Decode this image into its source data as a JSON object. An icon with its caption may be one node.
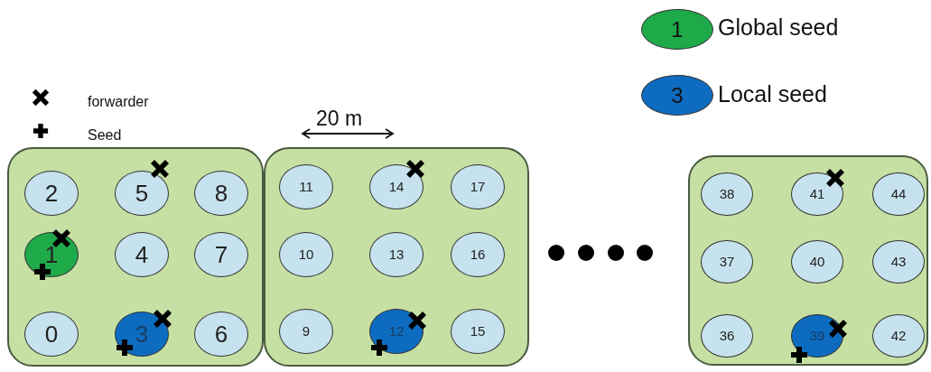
{
  "diagram": {
    "nodes": [
      {
        "text": [],
        "shape": "box"
      },
      {
        "text": [
          "2"
        ],
        "in": 0
      },
      {
        "text": [
          "5"
        ],
        "in": 0
      },
      {
        "text": [
          "8"
        ],
        "in": 0
      },
      {
        "text": [
          "1"
        ],
        "in": 0
      },
      {
        "text": [
          "4"
        ],
        "in": 0
      },
      {
        "text": [
          "7"
        ],
        "in": 0
      },
      {
        "text": [
          "0"
        ],
        "in": 0
      },
      {
        "text": [
          "3"
        ],
        "in": 0
      },
      {
        "text": [
          "6"
        ],
        "in": 0
      },
      {
        "text": [],
        "shape": "box"
      },
      {
        "text": [
          "11"
        ],
        "in": 10
      },
      {
        "text": [
          "14"
        ],
        "in": 10
      },
      {
        "text": [
          "17"
        ],
        "in": 10
      },
      {
        "text": [
          "10"
        ],
        "in": 10
      },
      {
        "text": [
          "13"
        ],
        "in": 10
      },
      {
        "text": [
          "16"
        ],
        "in": 10
      },
      {
        "text": [
          "9"
        ],
        "in": 10
      },
      {
        "text": [
          "12"
        ],
        "in": 10
      },
      {
        "text": [
          "15"
        ],
        "in": 10
      },
      {
        "text": [],
        "shape": "box"
      },
      {
        "text": [
          "38"
        ],
        "in": 20
      },
      {
        "text": [
          "41"
        ],
        "in": 20
      },
      {
        "text": [
          "44"
        ],
        "in": 20
      },
      {
        "text": [
          "37"
        ],
        "in": 20
      },
      {
        "text": [
          "40"
        ],
        "in": 20
      },
      {
        "text": [
          "43"
        ],
        "in": 20
      },
      {
        "text": [
          "36"
        ],
        "in": 20
      },
      {
        "text": [
          "39"
        ],
        "in": 20
      },
      {
        "text": [
          "42"
        ],
        "in": 20
      }
    ],
    "labels": [
      "1",
      "3",
      "20 m"
    ],
    "legend": [
      {
        "text": "Global seed",
        "color": "#1faa4a"
      },
      {
        "text": "Local seed",
        "color": "#0d6cc0"
      },
      {
        "text": "forwarder"
      },
      {
        "text": "Seed"
      }
    ]
  }
}
